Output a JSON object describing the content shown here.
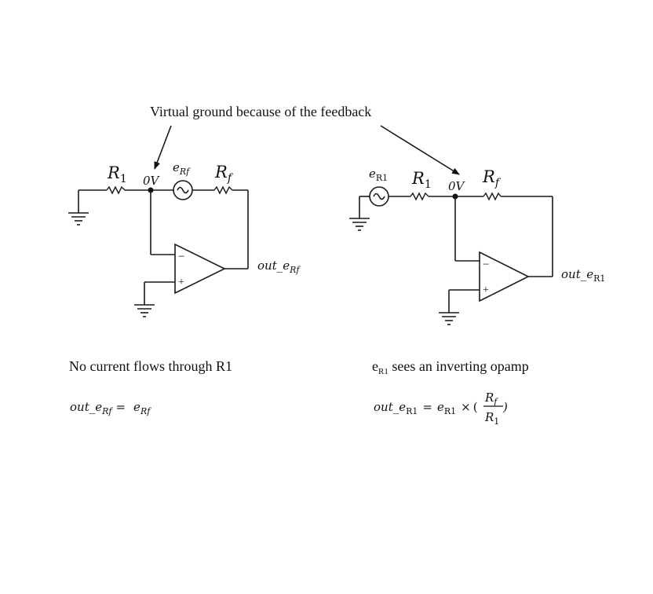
{
  "annotation": "Virtual ground because of the feedback",
  "left": {
    "r1": {
      "main": "R",
      "sub": "1"
    },
    "node": "0V",
    "source": {
      "main": "e",
      "sub": "Rf"
    },
    "rf": {
      "main": "R",
      "sub": "f"
    },
    "output": {
      "main": "out_e",
      "sub": "Rf"
    },
    "caption": "No current flows through R1",
    "equation": {
      "lhs_main": "out_e",
      "lhs_sub": "Rf",
      "eq": "=",
      "rhs_main": "e",
      "rhs_sub": "Rf"
    }
  },
  "right": {
    "source": {
      "main": "e",
      "sub": "R1"
    },
    "r1": {
      "main": "R",
      "sub": "1"
    },
    "node": "0V",
    "rf": {
      "main": "R",
      "sub": "f"
    },
    "output": {
      "main": "out_e",
      "sub": "R1"
    },
    "caption": {
      "main": "e",
      "sub": "R1",
      "rest": " sees an inverting opamp"
    },
    "equation": {
      "lhs_main": "out_e",
      "lhs_sub": "R1",
      "eq": "=",
      "term_main": "e",
      "term_sub": "R1",
      "times": "×",
      "lparen": "(",
      "rparen": ")",
      "num_main": "R",
      "num_sub": "f",
      "den_main": "R",
      "den_sub": "1"
    }
  },
  "opamp": {
    "minus": "−",
    "plus": "+"
  }
}
